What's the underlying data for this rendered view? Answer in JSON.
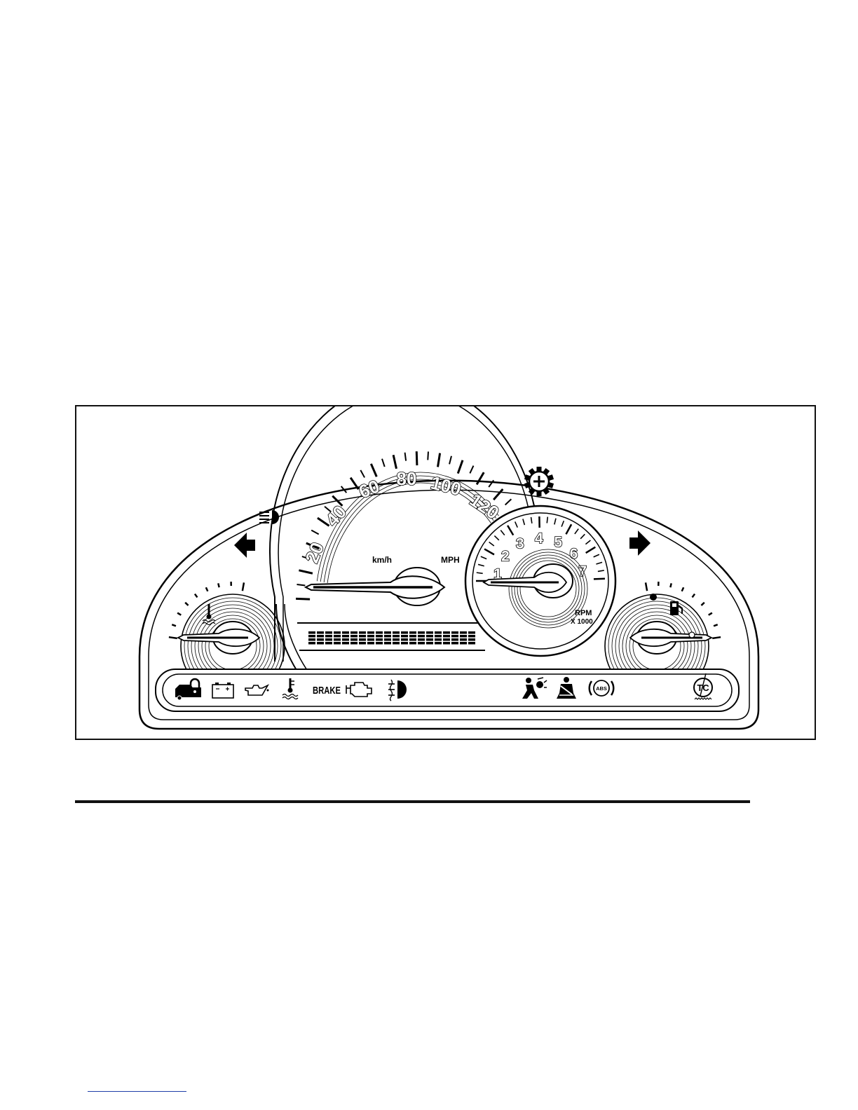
{
  "figure": {
    "name": "instrument panel cluster",
    "speedometer": {
      "mph_labels": [
        "20",
        "40",
        "60",
        "80",
        "100",
        "120"
      ],
      "kmh_unit": "km/h",
      "mph_unit": "MPH"
    },
    "tachometer": {
      "labels": [
        "1",
        "2",
        "3",
        "4",
        "5",
        "6",
        "7"
      ],
      "unit_line1": "RPM",
      "unit_line2": "X 1000"
    },
    "telltales": {
      "brake_text": "BRAKE",
      "abs_text": "ABS",
      "tc_text": "TC"
    },
    "icons": [
      "security-lock-icon",
      "battery-icon",
      "oil-pressure-icon",
      "coolant-temperature-icon",
      "check-engine-icon",
      "fog-lamp-icon",
      "airbag-icon",
      "seatbelt-icon",
      "abs-icon",
      "traction-control-icon",
      "high-beam-icon",
      "turn-left-arrow-icon",
      "turn-right-arrow-icon",
      "service-gear-icon",
      "fuel-pump-icon"
    ]
  }
}
